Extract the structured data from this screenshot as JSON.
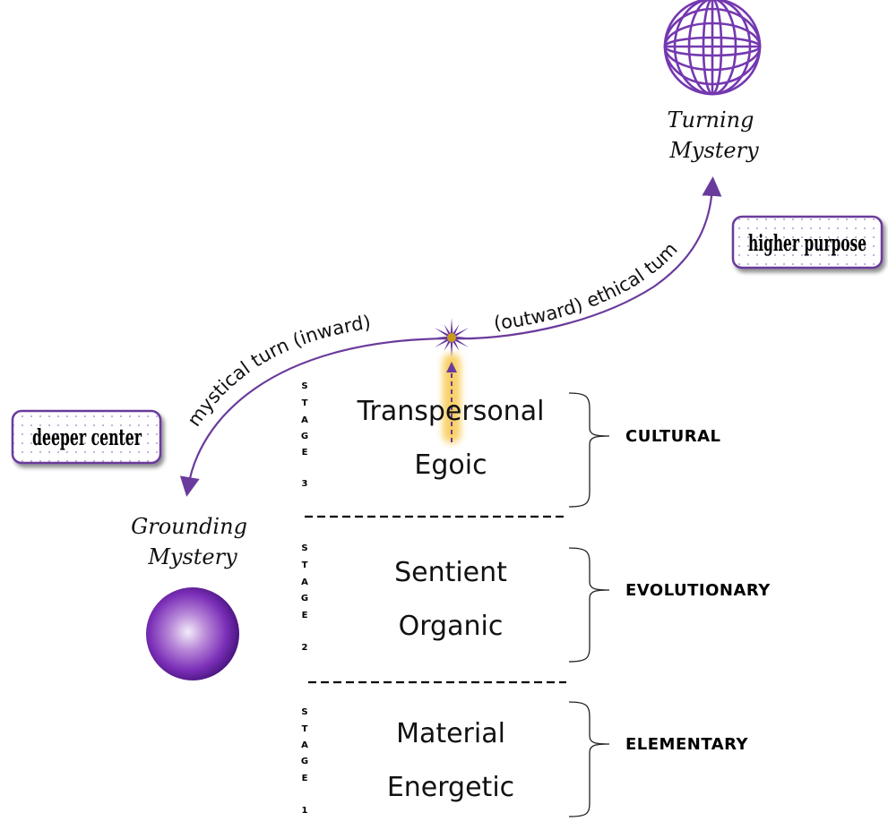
{
  "nodes": {
    "turning_mystery": {
      "line1": "Turning",
      "line2": "Mystery",
      "icon": "globe-icon"
    },
    "grounding_mystery": {
      "line1": "Grounding",
      "line2": "Mystery",
      "icon": "sphere-icon"
    },
    "tag_higher": "higher purpose",
    "tag_deeper": "deeper center",
    "center_icon": "starburst-icon"
  },
  "curves": {
    "mystical": "mystical turn (inward)",
    "ethical": "(outward) ethical tum"
  },
  "stages": [
    {
      "label_letters": [
        "S",
        "T",
        "A",
        "G",
        "E"
      ],
      "number": "3",
      "upper": "Transpersonal",
      "lower": "Egoic",
      "realm": "CULTURAL"
    },
    {
      "label_letters": [
        "S",
        "T",
        "A",
        "G",
        "E"
      ],
      "number": "2",
      "upper": "Sentient",
      "lower": "Organic",
      "realm": "EVOLUTIONARY"
    },
    {
      "label_letters": [
        "S",
        "T",
        "A",
        "G",
        "E"
      ],
      "number": "1",
      "upper": "Material",
      "lower": "Energetic",
      "realm": "ELEMENTARY"
    }
  ],
  "colors": {
    "accent_purple": "#6a3a9c",
    "glow_yellow": "#f8c84a",
    "star_center": "#c89a1a"
  }
}
